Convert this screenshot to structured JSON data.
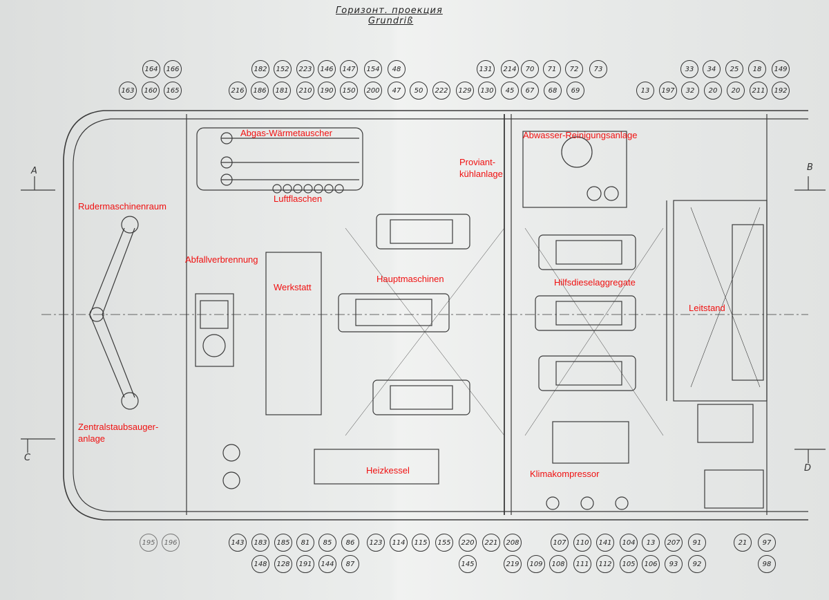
{
  "title": {
    "line1": "Горизонт. проекция",
    "line2": "Grundriß"
  },
  "section_markers": [
    "A",
    "B",
    "C",
    "D"
  ],
  "callouts": {
    "top_row1": [
      "164",
      "166",
      "182",
      "152",
      "223",
      "146",
      "147",
      "154",
      "48",
      "131",
      "214",
      "70",
      "71",
      "72",
      "73",
      "33",
      "34",
      "25",
      "18",
      "149"
    ],
    "top_row2": [
      "163",
      "160",
      "165",
      "216",
      "186",
      "181",
      "210",
      "190",
      "150",
      "200",
      "47",
      "50",
      "222",
      "129",
      "130",
      "45",
      "67",
      "68",
      "69",
      "13",
      "197",
      "32",
      "20",
      "20",
      "211",
      "192"
    ],
    "bottom_row1": [
      "195",
      "196",
      "143",
      "183",
      "185",
      "81",
      "85",
      "86",
      "123",
      "114",
      "115",
      "155",
      "220",
      "221",
      "208",
      "107",
      "110",
      "141",
      "104",
      "13",
      "207",
      "91",
      "21",
      "97"
    ],
    "bottom_row2": [
      "148",
      "128",
      "191",
      "144",
      "87",
      "145",
      "219",
      "109",
      "108",
      "111",
      "112",
      "105",
      "106",
      "93",
      "92",
      "98"
    ]
  },
  "labels": {
    "abgas": "Abgas-Wärmetauscher",
    "proviant1": "Proviant-",
    "proviant2": "kühlanlage",
    "abwasser": "Abwasser-Reinigungsanlage",
    "luftflaschen": "Luftflaschen",
    "ruder": "Rudermaschinenraum",
    "abfall": "Abfallverbrennung",
    "werkstatt": "Werkstatt",
    "haupt": "Hauptmaschinen",
    "hilfs": "Hilfsdieselaggregate",
    "leitstand": "Leitstand",
    "zentral1": "Zentralstaubsauger-",
    "zentral2": "anlage",
    "heiz": "Heizkessel",
    "klima": "Klimakompressor"
  },
  "colors": {
    "label": "#f01010",
    "ink": "#333333"
  }
}
